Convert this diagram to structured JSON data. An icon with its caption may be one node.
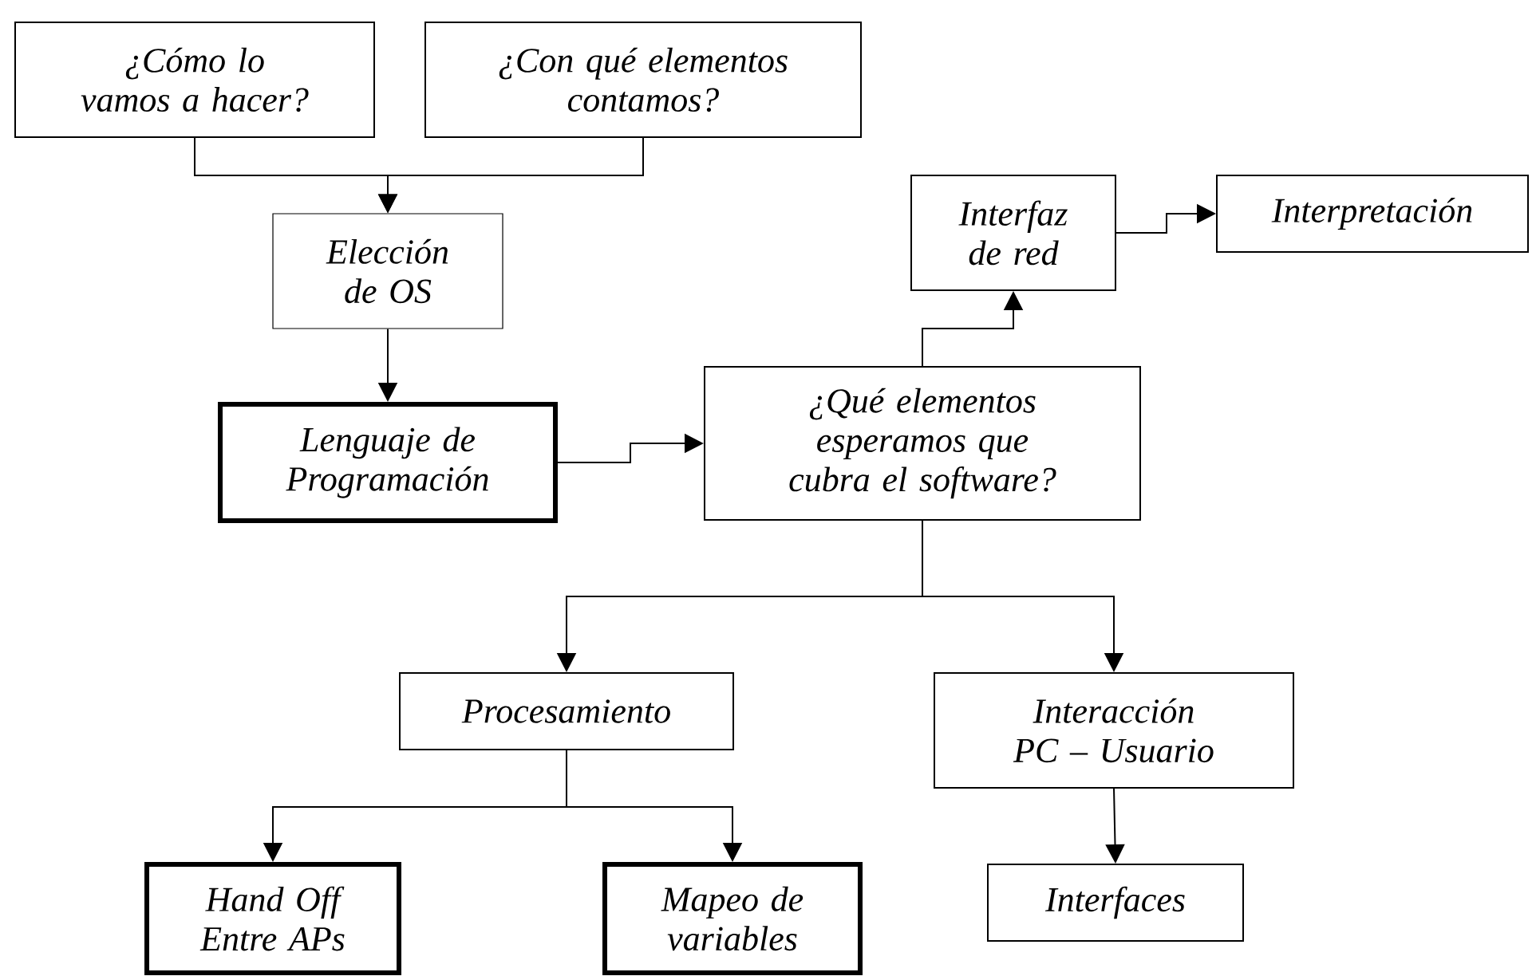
{
  "diagram": {
    "nodes": [
      {
        "text": [
          "¿Cómo lo vamos a hacer?"
        ]
      },
      {
        "text": [
          "¿Con qué elementos contamos?"
        ]
      },
      {
        "text": [
          "Elección de OS"
        ]
      },
      {
        "text": [
          "Lenguaje de Programación"
        ]
      },
      {
        "text": [
          "¿Qué elementos esperamos que cubra el software?"
        ]
      },
      {
        "text": [
          "Interfaz de red"
        ]
      },
      {
        "text": [
          "Interpretación"
        ]
      },
      {
        "text": [
          "Procesamiento"
        ]
      },
      {
        "text": [
          "Interacción PC – Usuario"
        ]
      },
      {
        "text": [
          "Hand Off Entre APs"
        ]
      },
      {
        "text": [
          "Mapeo de variables"
        ]
      },
      {
        "text": [
          "Interfaces"
        ]
      }
    ],
    "edges": [
      {
        "from": 0,
        "to": 2,
        "arrow": "to"
      },
      {
        "from": 1,
        "to": 2,
        "arrow": "to"
      },
      {
        "from": 2,
        "to": 3,
        "arrow": "to"
      },
      {
        "from": 3,
        "to": 4,
        "arrow": "to"
      },
      {
        "from": 4,
        "to": 5,
        "arrow": "to"
      },
      {
        "from": 5,
        "to": 6,
        "arrow": "to"
      },
      {
        "from": 4,
        "to": 7,
        "arrow": "to"
      },
      {
        "from": 4,
        "to": 8,
        "arrow": "to"
      },
      {
        "from": 7,
        "to": 9,
        "arrow": "to"
      },
      {
        "from": 7,
        "to": 10,
        "arrow": "to"
      },
      {
        "from": 8,
        "to": 11,
        "arrow": "to"
      }
    ]
  }
}
